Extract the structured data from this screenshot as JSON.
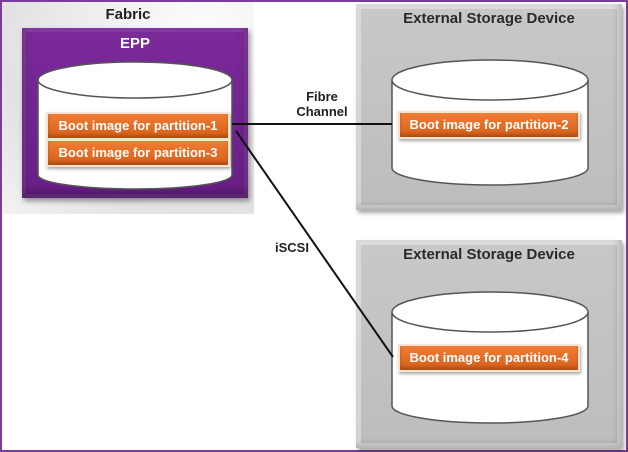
{
  "diagram": {
    "fabric": {
      "label": "Fabric",
      "container_label": "EPP"
    },
    "epp_images": [
      {
        "label": "Boot image for partition-1"
      },
      {
        "label": "Boot image for partition-3"
      }
    ],
    "external_devices": [
      {
        "label": "External Storage Device",
        "image": "Boot image for partition-2"
      },
      {
        "label": "External Storage Device",
        "image": "Boot image for partition-4"
      }
    ],
    "connections": [
      {
        "label_line1": "Fibre",
        "label_line2": "Channel",
        "from": "Boot image for partition-1",
        "to": "Boot image for partition-2"
      },
      {
        "label": "iSCSI",
        "from": "Boot image for partition-1",
        "to": "Boot image for partition-4"
      }
    ],
    "colors": {
      "frame": "#7a3c98",
      "epp": "#6a1f88",
      "boot_image": "#e2691f",
      "storage_box": "#c2c2c2"
    }
  }
}
